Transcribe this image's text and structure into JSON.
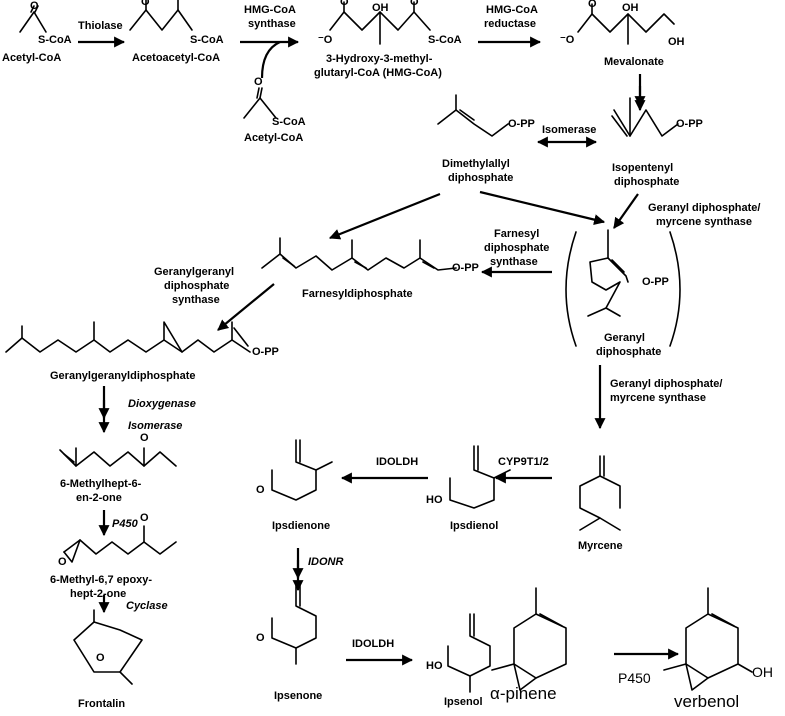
{
  "compounds": {
    "acetyl_coa": "Acetyl-CoA",
    "acetoacetyl_coa": "Acetoacetyl-CoA",
    "hmg_coa_line1": "3-Hydroxy-3-methyl-",
    "hmg_coa_line2": "glutaryl-CoA (HMG-CoA)",
    "mevalonate": "Mevalonate",
    "acetyl_coa_2": "Acetyl-CoA",
    "dimethylallyl_line1": "Dimethylallyl",
    "dimethylallyl_line2": "diphosphate",
    "isopentenyl_line1": "Isopentenyl",
    "isopentenyl_line2": "diphosphate",
    "farnesyldiphosphate": "Farnesyldiphosphate",
    "geranyl_line1": "Geranyl",
    "geranyl_line2": "diphosphate",
    "geranylgeranyldiphosphate": "Geranylgeranyldiphosphate",
    "methylheptenone_line1": "6-Methylhept-6-",
    "methylheptenone_line2": "en-2-one",
    "epoxy_line1": "6-Methyl-6,7 epoxy-",
    "epoxy_line2": "hept-2-one",
    "frontalin": "Frontalin",
    "myrcene": "Myrcene",
    "ipsdienol": "Ipsdienol",
    "ipsdienone": "Ipsdienone",
    "ipsenone": "Ipsenone",
    "ipsenol": "Ipsenol",
    "alpha_pinene": "α-pinene",
    "verbenol": "verbenol"
  },
  "enzymes": {
    "thiolase": "Thiolase",
    "hmg_synthase_line1": "HMG-CoA",
    "hmg_synthase_line2": "synthase",
    "hmg_reductase_line1": "HMG-CoA",
    "hmg_reductase_line2": "reductase",
    "isomerase": "Isomerase",
    "gpps_ms_1_line1": "Geranyl diphosphate/",
    "gpps_ms_1_line2": "myrcene synthase",
    "fpps_line1": "Farnesyl",
    "fpps_line2": "diphosphate",
    "fpps_line3": "synthase",
    "ggpps_line1": "Geranylgeranyl",
    "ggpps_line2": "diphosphate",
    "ggpps_line3": "synthase",
    "gpps_ms_2_line1": "Geranyl diphosphate/",
    "gpps_ms_2_line2": "myrcene synthase",
    "dioxygenase": "Dioxygenase",
    "isomerase_2": "Isomerase",
    "p450": "P450",
    "cyclase": "Cyclase",
    "cyp9t1_2": "CYP9T1/2",
    "idoldh_1": "IDOLDH",
    "idonr": "IDONR",
    "idoldh_2": "IDOLDH",
    "p450_pinene": "P450"
  },
  "atoms": {
    "s_coa_1": "S-CoA",
    "o_1": "O",
    "o_2a": "O",
    "s_coa_2": "S-CoA",
    "o_3a": "O",
    "oh_hmg": "OH",
    "o_3c": "O",
    "s_coa_3": "S-CoA",
    "o_neg_hmg": "⁻O",
    "o_neg_mev": "⁻O",
    "o_mev": "O",
    "oh_mev_top": "OH",
    "oh_mev": "OH",
    "o_acetyl2": "O",
    "s_coa_4": "S-CoA",
    "opp_dmapp": "O-PP",
    "opp_ipp": "O-PP",
    "opp_fpp": "O-PP",
    "opp_gpp": "O-PP",
    "opp_ggpp": "O-PP",
    "o_mhp": "O",
    "o_epoxy_ring": "O",
    "o_epoxy_ketone": "O",
    "o_frontalin": "O",
    "o_ipsdienone": "O",
    "ho_ipsdienol": "HO",
    "o_ipsenone": "O",
    "ho_ipsenol": "HO",
    "oh_verbenol": "OH"
  }
}
